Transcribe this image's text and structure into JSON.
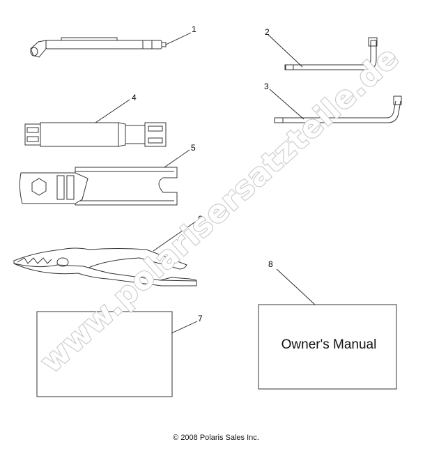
{
  "diagram": {
    "callouts": {
      "c1": "1",
      "c2": "2",
      "c3": "3",
      "c4": "4",
      "c5": "5",
      "c6": "6",
      "c7": "7",
      "c8": "8"
    },
    "manual_title": "Owner's Manual",
    "watermark": "www.polarisersatzteile.de",
    "copyright": "© 2008 Polaris Sales Inc."
  }
}
